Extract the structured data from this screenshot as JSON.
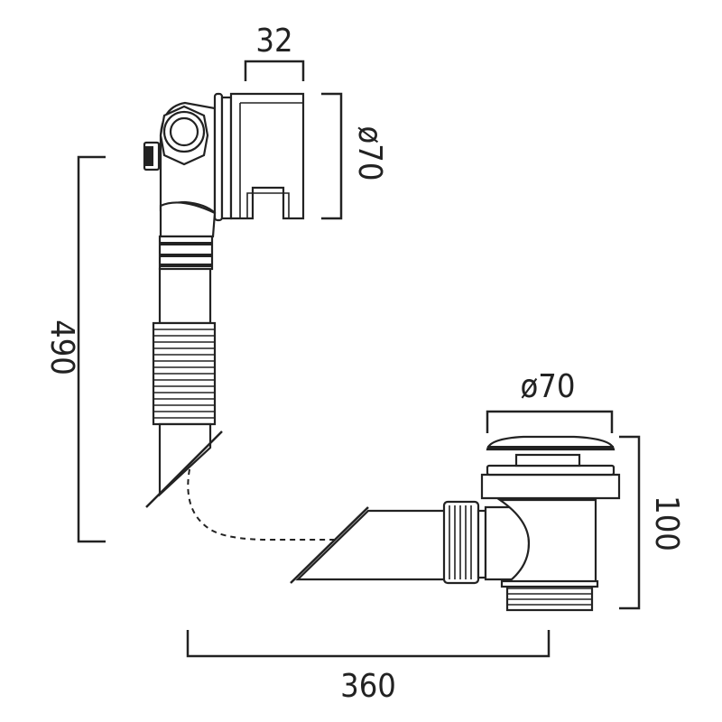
{
  "dimensions": {
    "overflow_width": "32",
    "overflow_diameter": "ø70",
    "height_total": "490",
    "waste_diameter": "ø70",
    "waste_height": "100",
    "horizontal_length": "360"
  },
  "colors": {
    "line": "#222222",
    "background": "#ffffff"
  }
}
